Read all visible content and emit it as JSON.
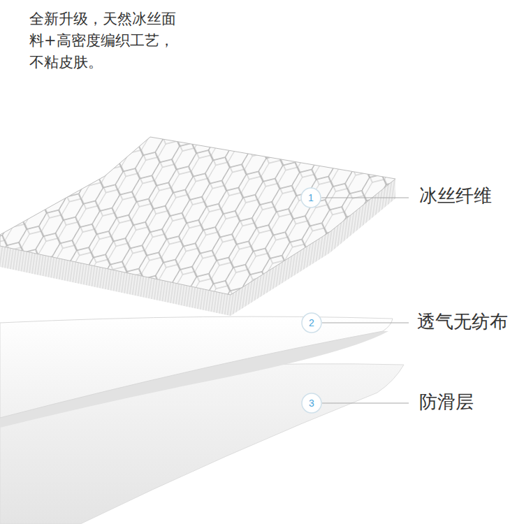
{
  "diagram": {
    "title": "全新升级，天然冰丝面料+高密度编织工艺，不粘皮肤。",
    "labels": [
      "1",
      "冰丝纤维",
      "2",
      "透气无纺布",
      "3",
      "防滑层"
    ]
  }
}
